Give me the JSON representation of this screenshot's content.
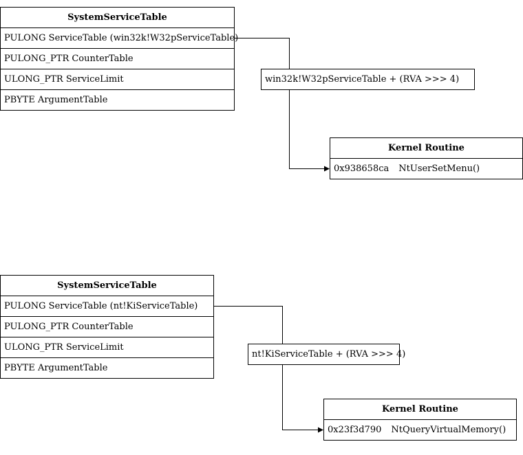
{
  "diagram1": {
    "table": {
      "title": "SystemServiceTable",
      "rows": [
        "PULONG ServiceTable (win32k!W32pServiceTable)",
        "PULONG_PTR CounterTable",
        "ULONG_PTR ServiceLimit",
        "PBYTE ArgumentTable"
      ]
    },
    "formula": "win32k!W32pServiceTable + (RVA >>> 4)",
    "routine": {
      "title": "Kernel Routine",
      "address": "0x938658ca",
      "function": "NtUserSetMenu()"
    }
  },
  "diagram2": {
    "table": {
      "title": "SystemServiceTable",
      "rows": [
        "PULONG ServiceTable (nt!KiServiceTable)",
        "PULONG_PTR CounterTable",
        "ULONG_PTR ServiceLimit",
        "PBYTE ArgumentTable"
      ]
    },
    "formula": "nt!KiServiceTable + (RVA >>> 4)",
    "routine": {
      "title": "Kernel Routine",
      "address": "0x23f3d790",
      "function": "NtQueryVirtualMemory()"
    }
  }
}
